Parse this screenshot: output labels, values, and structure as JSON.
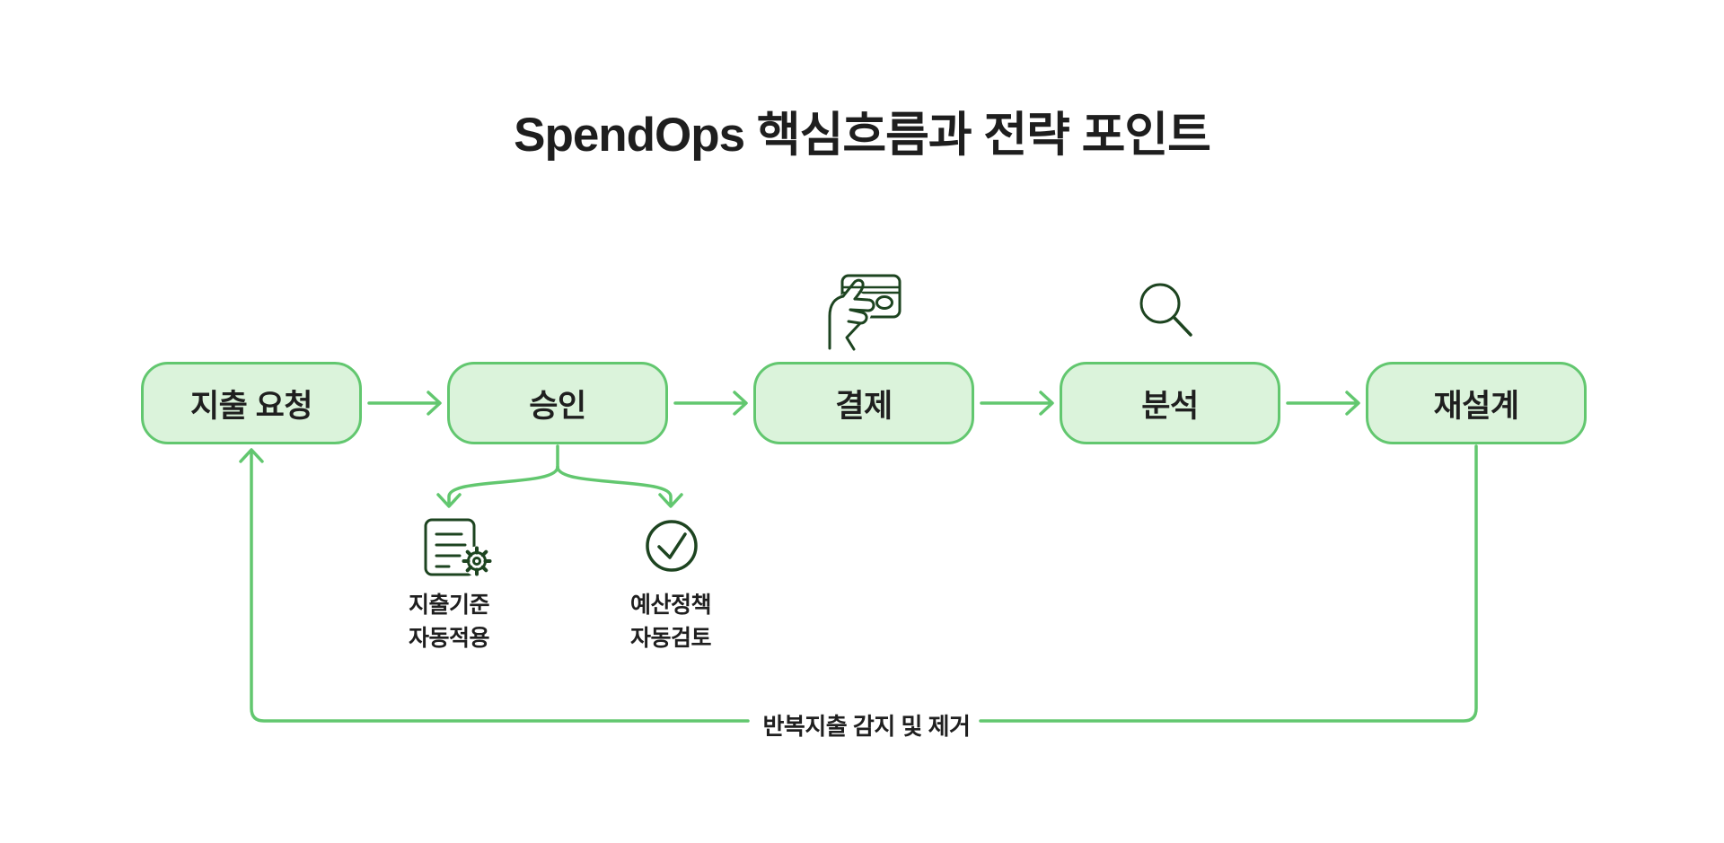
{
  "title": "SpendOps 핵심흐름과 전략 포인트",
  "flow_nodes": [
    {
      "label": "지출 요청"
    },
    {
      "label": "승인"
    },
    {
      "label": "결제",
      "icon": "credit-card-payment-icon"
    },
    {
      "label": "분석",
      "icon": "search-icon"
    },
    {
      "label": "재설계"
    }
  ],
  "approval_branches": [
    {
      "icon": "document-gear-icon",
      "lines": [
        "지출기준",
        "자동적용"
      ]
    },
    {
      "icon": "check-circle-icon",
      "lines": [
        "예산정책",
        "자동검토"
      ]
    }
  ],
  "feedback_label": "반복지출 감지 및 제거",
  "colors": {
    "background": "#ffffff",
    "flow_green": "#62c76f",
    "node_fill": "#dbf3db",
    "icon_dark_green": "#1d4420",
    "text_dark": "#1f1f1f"
  }
}
